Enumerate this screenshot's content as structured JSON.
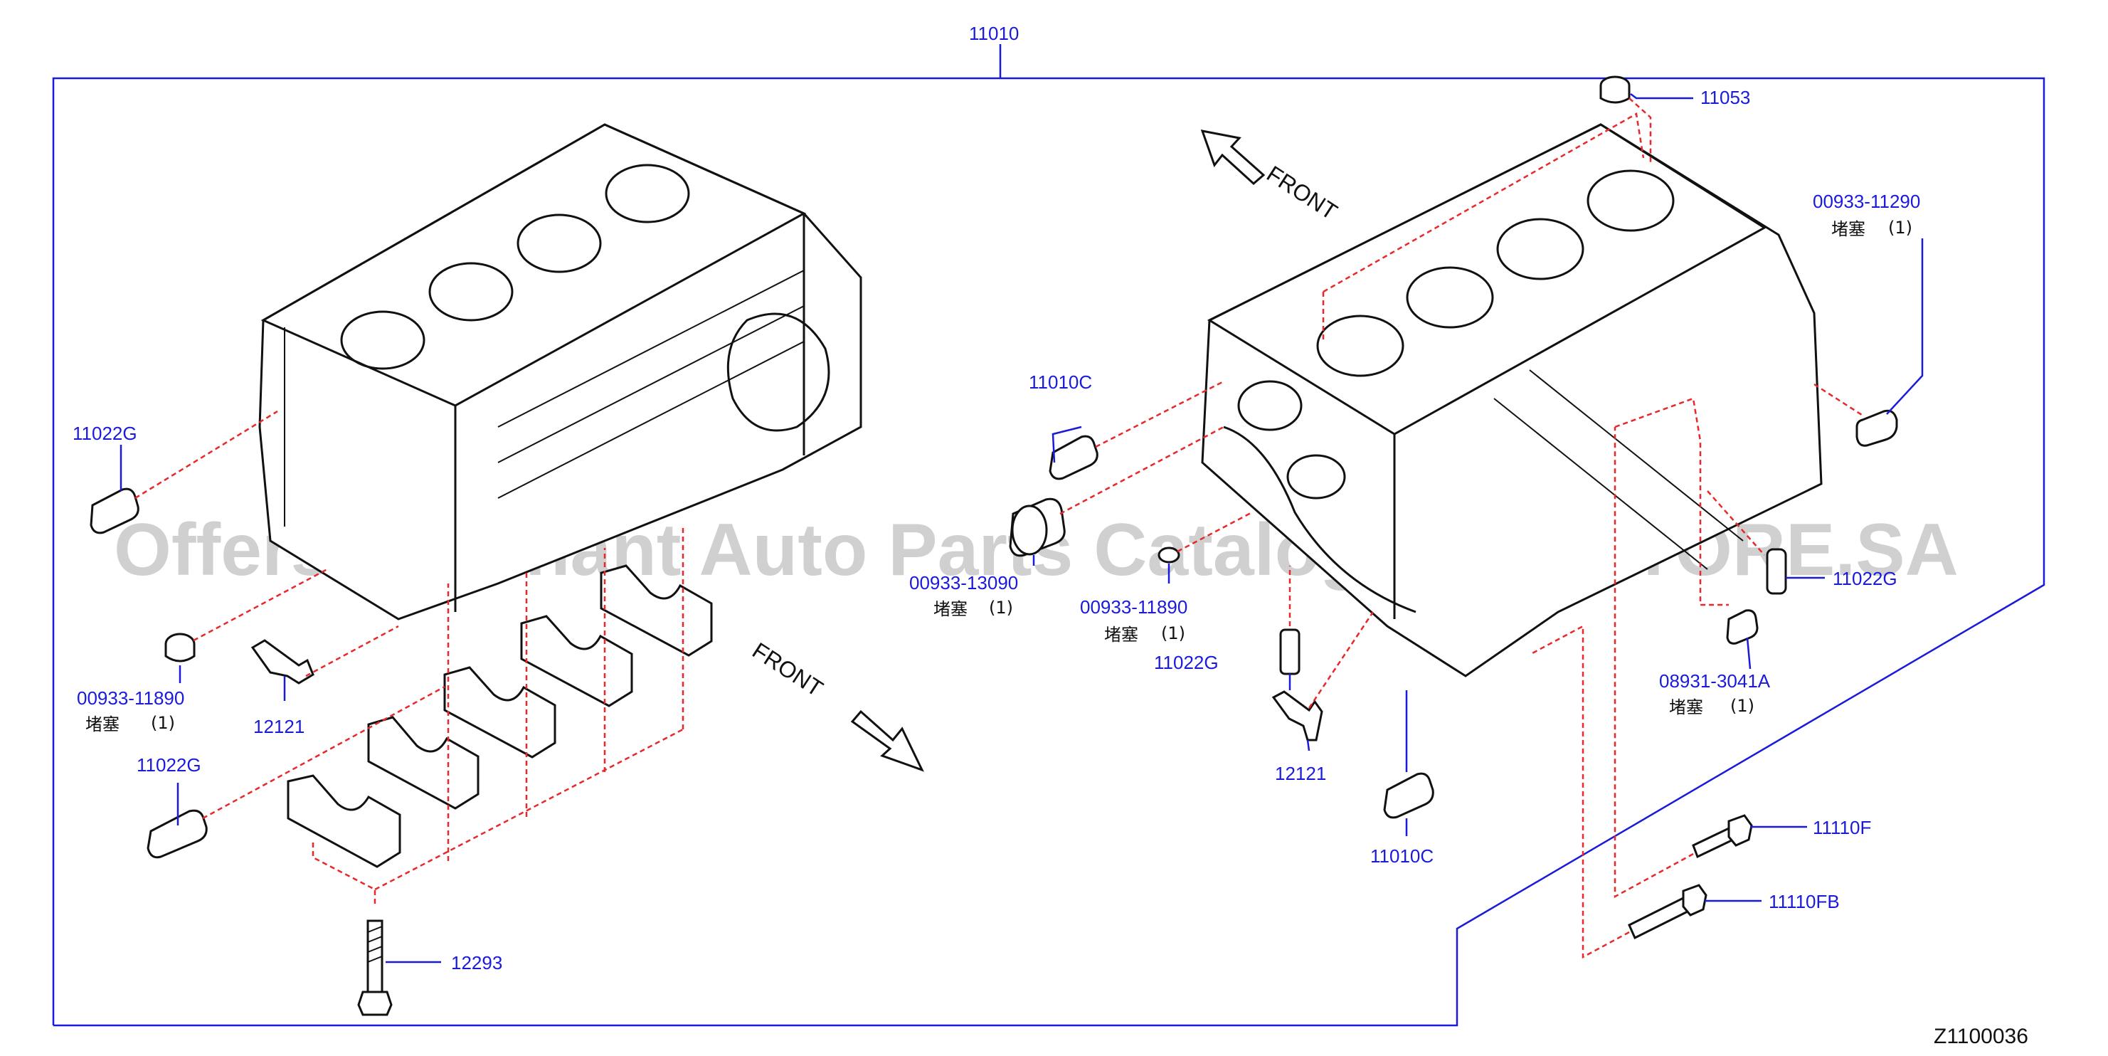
{
  "diagram_code": "Z1100036",
  "watermark": "Offers Merchant Auto Parts Catalog PARTSTORE.SA",
  "front_label": "FRONT",
  "colors": {
    "part_number": "#1a1adb",
    "leader": "#e8282a",
    "outline": "#111111"
  },
  "parts": {
    "assembly": "11010",
    "top_plug": "11053",
    "right_plug": {
      "number": "00933-11290",
      "name": "堵塞",
      "qty": "(1)"
    },
    "left_dowel_top": "11022G",
    "left_plug": {
      "number": "00933-11890",
      "name": "堵塞",
      "qty": "(1)"
    },
    "left_jet": "12121",
    "left_dowel_bottom": "11022G",
    "main_bolt": "12293",
    "mid_dowel": "11010C",
    "mid_plug_large": {
      "number": "00933-13090",
      "name": "堵塞",
      "qty": "(1)"
    },
    "mid_plug_small": {
      "number": "00933-11890",
      "name": "堵塞",
      "qty": "(1)"
    },
    "mid_dowel_g": "11022G",
    "mid_jet": "12121",
    "lower_dowel": "11010C",
    "right_dowel": "11022G",
    "right_small_plug": {
      "number": "08931-3041A",
      "name": "堵塞",
      "qty": "(1)"
    },
    "bolt_f": "11110F",
    "bolt_fb": "11110FB"
  }
}
